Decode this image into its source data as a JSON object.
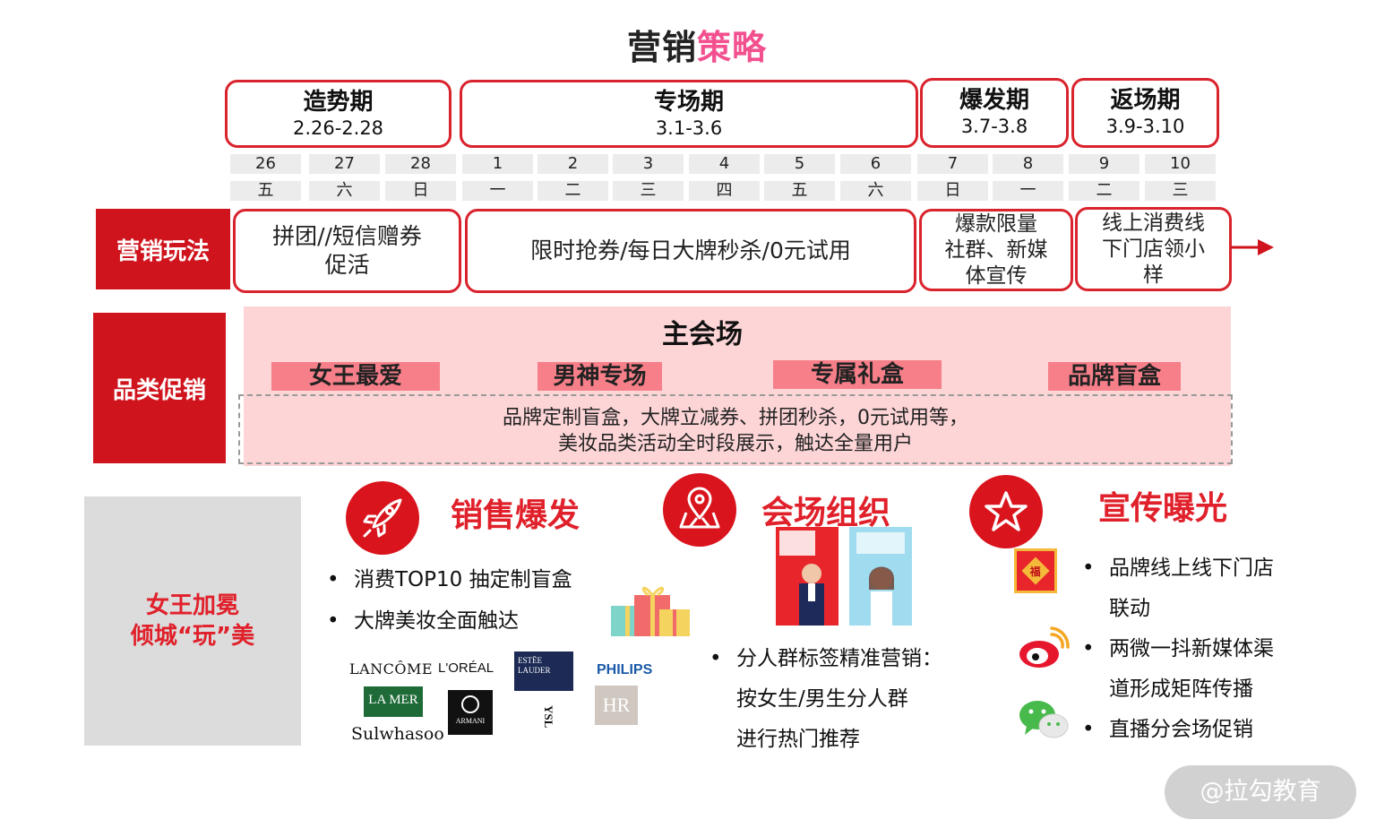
{
  "title": {
    "part1": "营销",
    "part2": "策略"
  },
  "phases": [
    {
      "name": "造势期",
      "dates": "2.26-2.28"
    },
    {
      "name": "专场期",
      "dates": "3.1-3.6"
    },
    {
      "name": "爆发期",
      "dates": "3.7-3.8"
    },
    {
      "name": "返场期",
      "dates": "3.9-3.10"
    }
  ],
  "days": [
    "26",
    "27",
    "28",
    "1",
    "2",
    "3",
    "4",
    "5",
    "6",
    "7",
    "8",
    "9",
    "10"
  ],
  "weekdays": [
    "五",
    "六",
    "日",
    "一",
    "二",
    "三",
    "四",
    "五",
    "六",
    "日",
    "一",
    "二",
    "三"
  ],
  "rows": {
    "marketing_play": "营销玩法",
    "category_promo": "品类促销"
  },
  "plays": [
    {
      "line1": "拼团//短信赠券",
      "line2": "促活",
      "line3": ""
    },
    {
      "line1": "限时抢券/每日大牌秒杀/0元试用",
      "line2": "",
      "line3": ""
    },
    {
      "line1": "爆款限量",
      "line2": "社群、新媒",
      "line3": "体宣传"
    },
    {
      "line1": "线上消费线",
      "line2": "下门店领小",
      "line3": "样"
    }
  ],
  "category": {
    "title": "主会场",
    "tags": [
      "女王最爱",
      "男神专场",
      "专属礼盒",
      "品牌盲盒"
    ],
    "desc_line1": "品牌定制盲盒，大牌立减券、拼团秒杀，0元试用等，",
    "desc_line2": "美妆品类活动全时段展示，触达全量用户"
  },
  "queen": {
    "line1": "女王加冕",
    "line2": "倾城“玩”美"
  },
  "sales": {
    "title": "销售爆发",
    "bullets": [
      "消费TOP10 抽定制盲盒",
      "大牌美妆全面触达"
    ],
    "logos": [
      "LANCÔME",
      "L'ORÉAL",
      "ESTĒE LAUDER",
      "PHILIPS",
      "LA MER",
      "ARMANI",
      "YSL",
      "HR",
      "Sulwhasoo"
    ]
  },
  "venue": {
    "title": "会场组织",
    "bullet_line1": "分人群标签精准营销：",
    "bullet_line2": "按女生/男生分人群",
    "bullet_line3": "进行热门推荐"
  },
  "promo": {
    "title": "宣传曝光",
    "b1_line1": "品牌线上线下门店",
    "b1_line2": "联动",
    "b2_line1": "两微一抖新媒体渠",
    "b2_line2": "道形成矩阵传播",
    "b3_line1": "直播分会场促销",
    "fu": "福"
  },
  "watermark": "@拉勾教育",
  "colors": {
    "red": "#d0141d",
    "pink": "#f2508f",
    "pink_bg": "#fdd5d7",
    "tag": "#f77f89",
    "gray": "#dcdcdc"
  }
}
